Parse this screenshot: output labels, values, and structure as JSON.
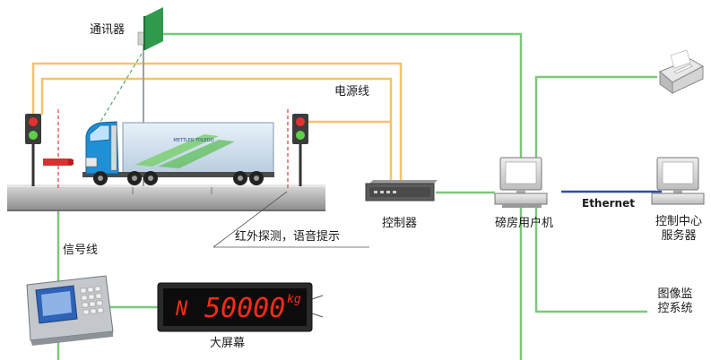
{
  "labels": {
    "comm_device": "通讯器",
    "power_line": "电源线",
    "controller": "控制器",
    "weighbridge_pc": "磅房用户机",
    "ethernet": "Ethernet",
    "server_line1": "控制中心",
    "server_line2": "服务器",
    "infrared": "红外探测，语音提示",
    "signal_line": "信号线",
    "big_screen": "大屏幕",
    "video_line1": "图像监",
    "video_line2": "控系统"
  },
  "display": {
    "prefix": "N",
    "value": "50000",
    "unit": "kg"
  },
  "trailer_brand": "METTLER  TOLEDO",
  "colors": {
    "green_line": "#7cc87a",
    "orange_line": "#f5c36a",
    "ethernet_line": "#2c4fa3",
    "truck_cab": "#1f8fd6",
    "trailer": "#cfe0ef",
    "display_red": "#ff2a1a"
  }
}
